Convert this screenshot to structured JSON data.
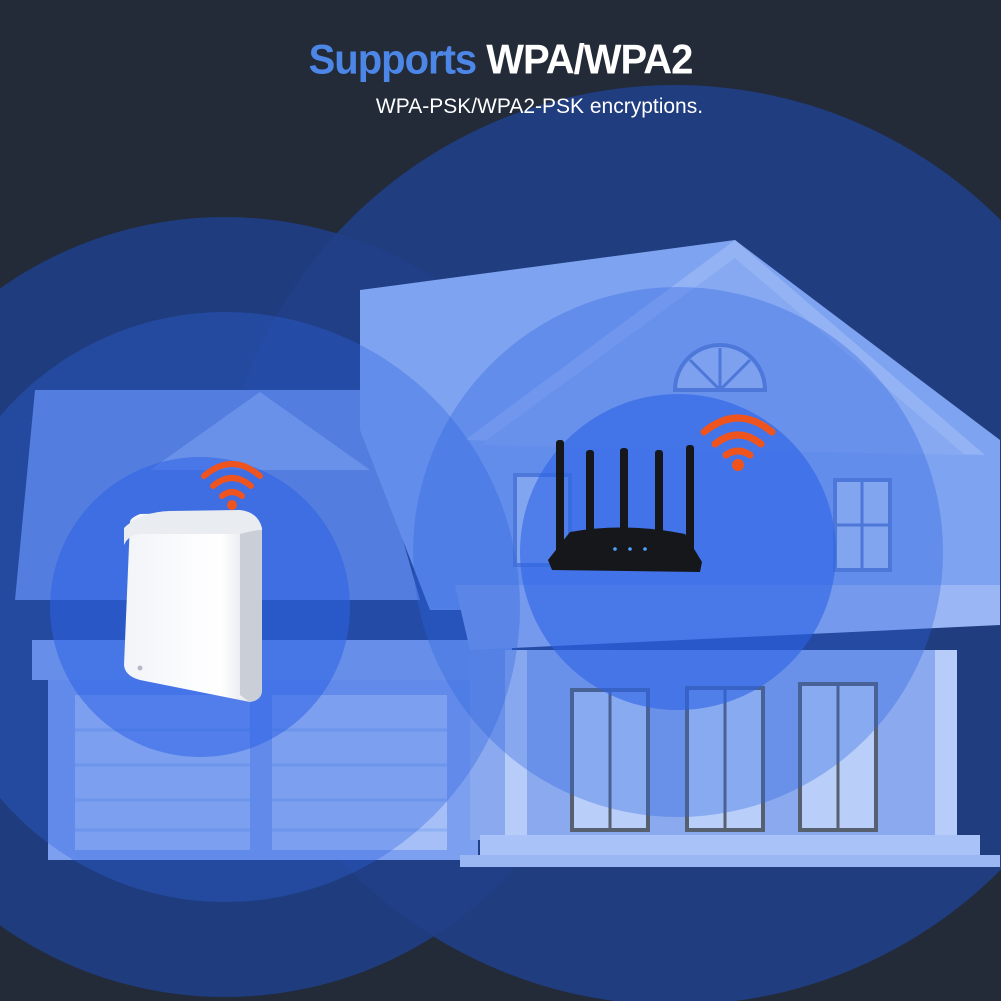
{
  "headline": {
    "accent_text": "Supports",
    "strong_text": "WPA/WPA2"
  },
  "subline": "WPA-PSK/WPA2-PSK encryptions.",
  "colors": {
    "background": "#232a38",
    "accent_blue": "#4c86e6",
    "wifi_signal": "#f0541e",
    "house_blue": "#7fa2ea",
    "coverage_blue": "#2f63e0"
  },
  "icons": [
    "wifi-signal-icon",
    "router-icon",
    "mesh-node-icon",
    "house-illustration"
  ]
}
